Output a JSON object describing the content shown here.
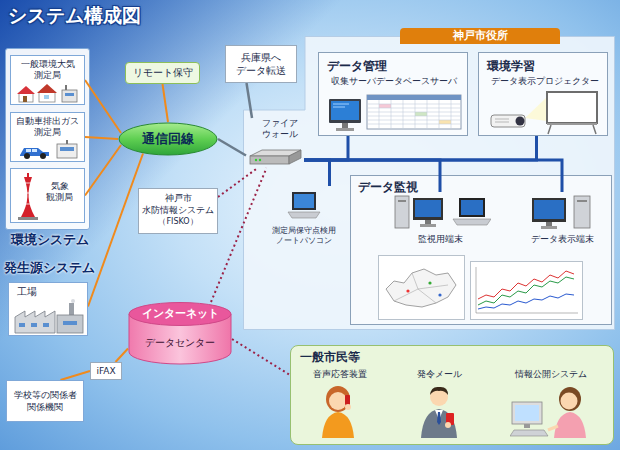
{
  "diagram": {
    "title": "システム構成図",
    "nodes": [
      {
        "text": [
          "環境システム"
        ]
      },
      {
        "text": [
          "一般環境大気 測定局"
        ],
        "in": 0
      },
      {
        "text": [
          "自動車排出ガス 測定局"
        ],
        "in": 0
      },
      {
        "text": [
          "気象 観測局"
        ],
        "in": 0
      },
      {
        "text": [
          "リモート保守"
        ]
      },
      {
        "text": [
          "兵庫県へ データ転送"
        ]
      },
      {
        "text": [
          "神戸市役所"
        ]
      },
      {
        "text": [
          "データ管理",
          "収集サーバデータベースサーバ"
        ],
        "in": 6
      },
      {
        "text": [
          "環境学習",
          "データ表示プロジェクター"
        ],
        "in": 6
      },
      {
        "text": [
          "通信回線"
        ]
      },
      {
        "text": [
          "ファイア ウォール"
        ]
      },
      {
        "text": [
          "神戸市 水防情報システム",
          "（FISKO）"
        ]
      },
      {
        "text": [
          "測定局保守点検用 ノートパソコン"
        ],
        "in": 6
      },
      {
        "text": [
          "データ監視"
        ],
        "in": 6
      },
      {
        "text": [
          "監視用端末"
        ],
        "in": 13
      },
      {
        "text": [
          "データ表示端末"
        ],
        "in": 13
      },
      {
        "text": [
          "発生源システム",
          "工場"
        ]
      },
      {
        "text": [
          "インターネット",
          "データセンター"
        ]
      },
      {
        "text": [
          "iFAX"
        ]
      },
      {
        "text": [
          "学校等の関係者 関係機関"
        ]
      },
      {
        "text": [
          "一般市民等"
        ]
      },
      {
        "text": [
          "音声応答装置"
        ],
        "in": 20
      },
      {
        "text": [
          "発令メール"
        ],
        "in": 20
      },
      {
        "text": [
          "情報公開システム"
        ],
        "in": 20
      }
    ],
    "edges": [
      {
        "from": 1,
        "to": 9,
        "arrow": "none"
      },
      {
        "from": 2,
        "to": 9,
        "arrow": "none"
      },
      {
        "from": 3,
        "to": 9,
        "arrow": "none"
      },
      {
        "from": 16,
        "to": 9,
        "arrow": "none"
      },
      {
        "from": 4,
        "to": 9,
        "arrow": "none"
      },
      {
        "from": 9,
        "to": 10,
        "arrow": "none"
      },
      {
        "from": 5,
        "to": 10,
        "arrow": "none"
      },
      {
        "from": 11,
        "to": 10,
        "arrow": "none"
      },
      {
        "from": 17,
        "to": 10,
        "arrow": "none"
      },
      {
        "from": 17,
        "to": 20,
        "arrow": "none"
      },
      {
        "from": 18,
        "to": 17,
        "arrow": "none"
      },
      {
        "from": 19,
        "to": 18,
        "arrow": "none"
      },
      {
        "from": 10,
        "to": 7,
        "arrow": "none"
      },
      {
        "from": 10,
        "to": 8,
        "arrow": "none"
      },
      {
        "from": 10,
        "to": 12,
        "arrow": "none"
      },
      {
        "from": 10,
        "to": 14,
        "arrow": "none"
      },
      {
        "from": 10,
        "to": 15,
        "arrow": "none"
      }
    ]
  }
}
